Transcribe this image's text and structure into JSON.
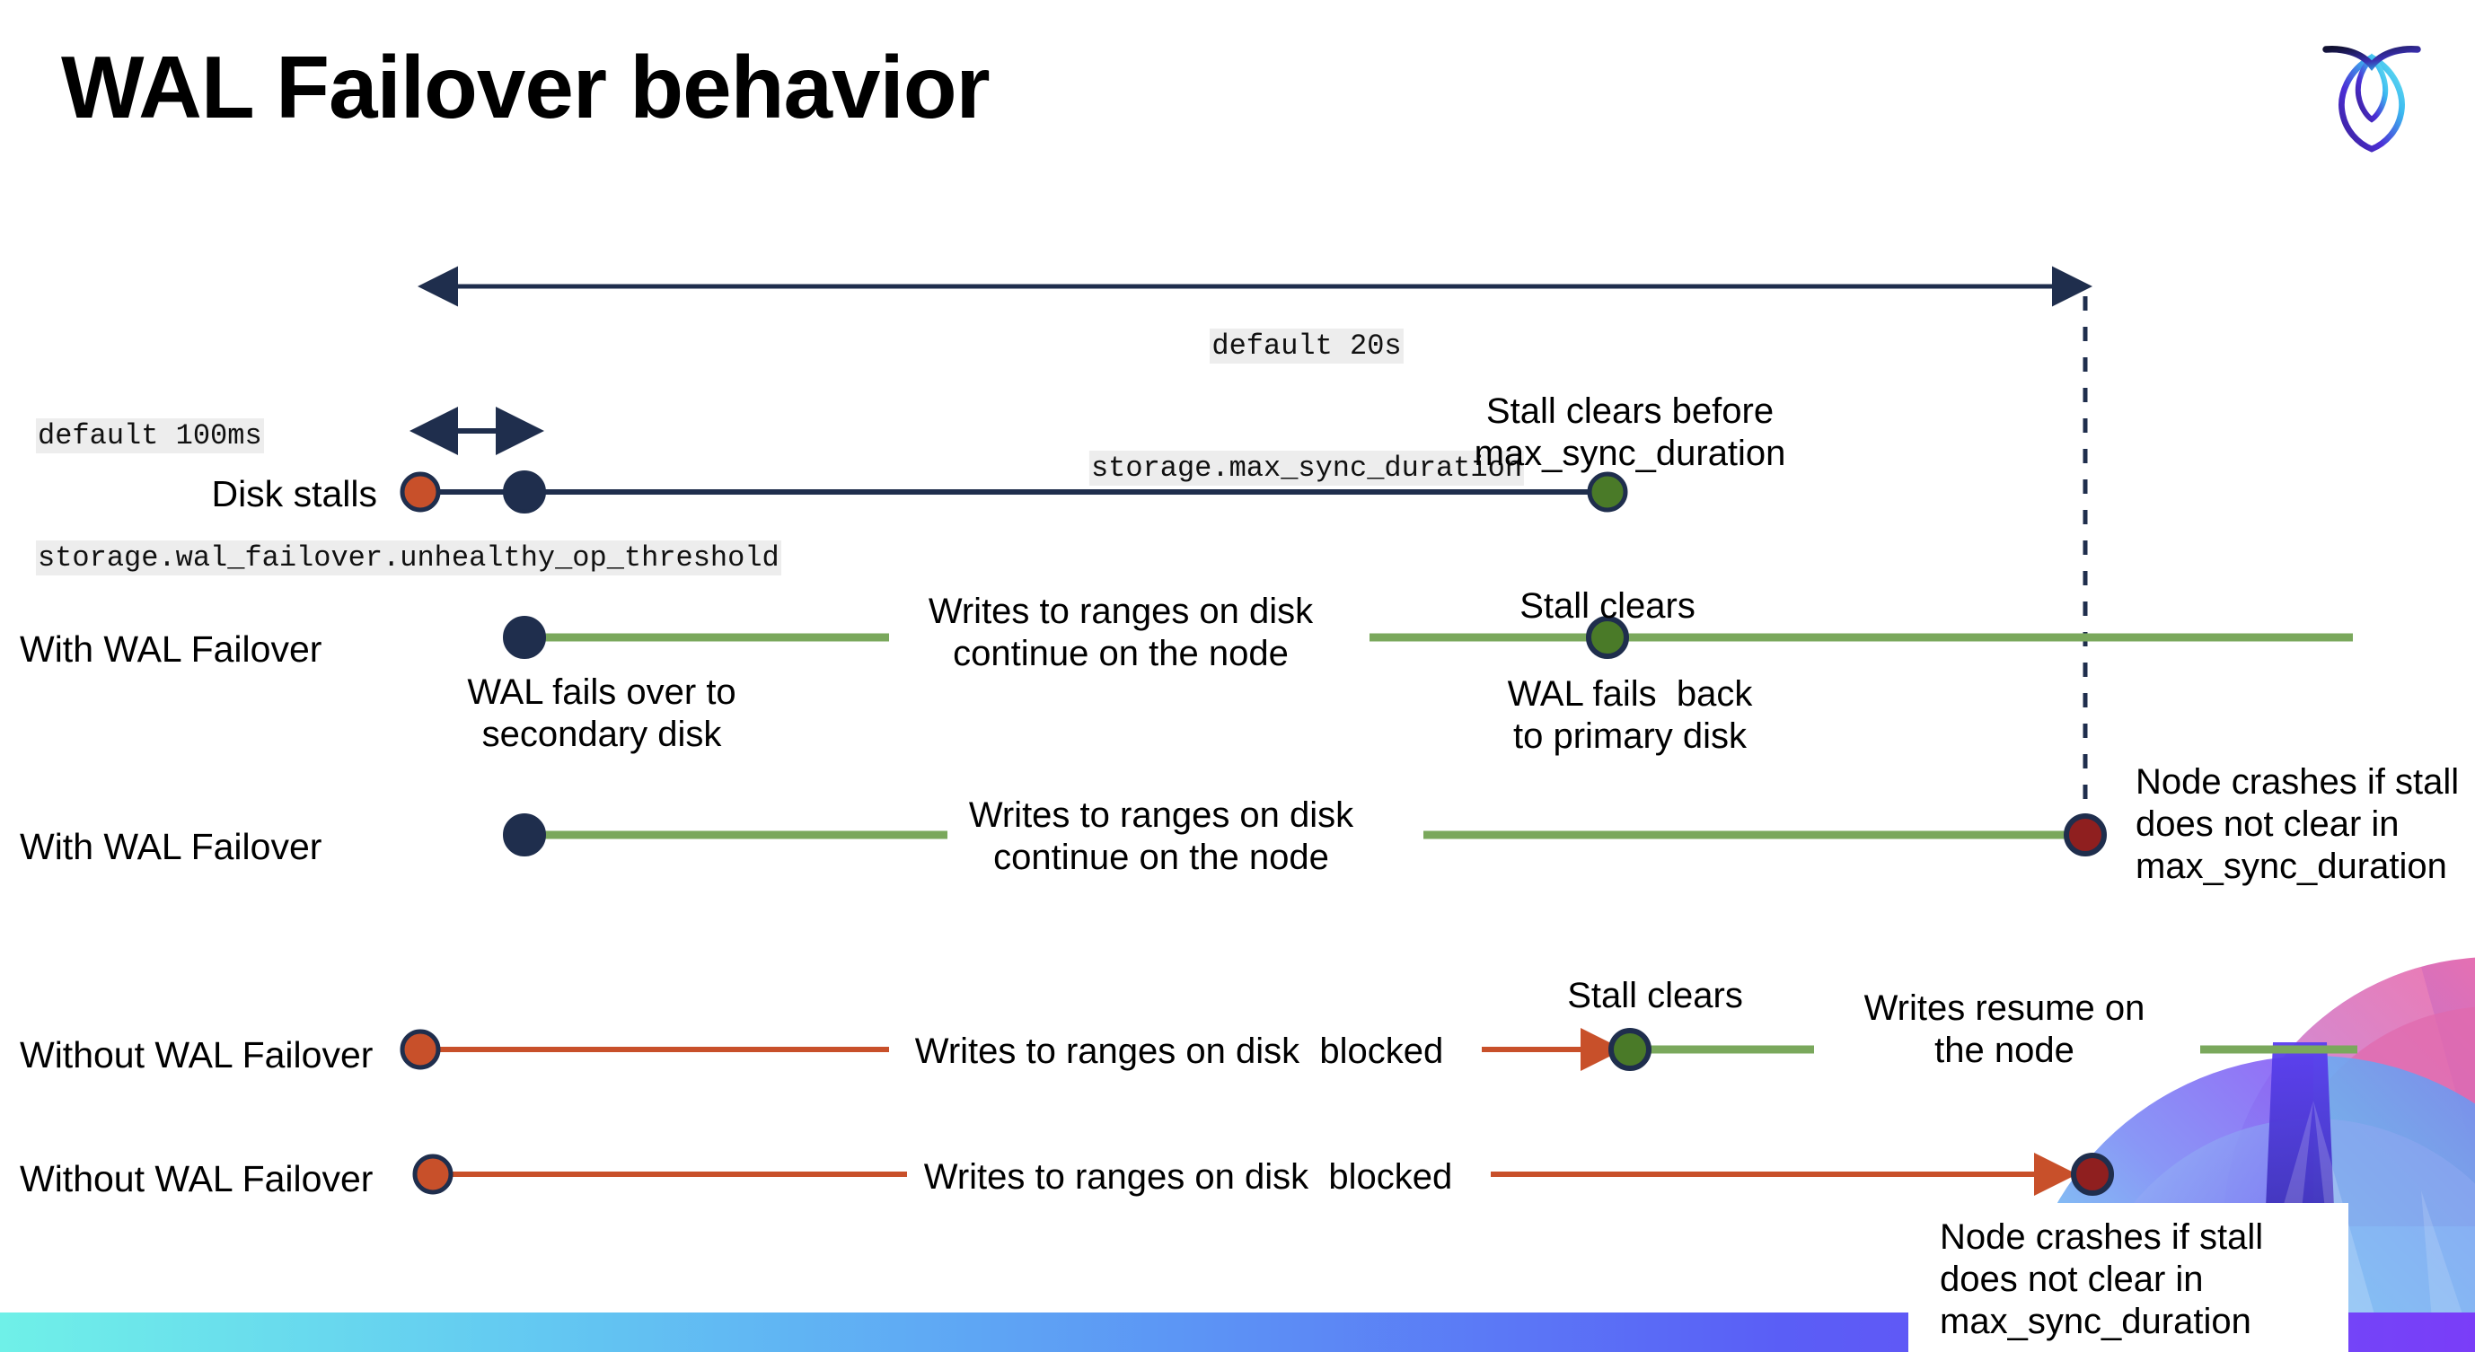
{
  "slide": {
    "title": "WAL Failover behavior",
    "logo_name": "cockroachdb-logo",
    "background": "#ffffff"
  },
  "colors": {
    "navy": "#1f2e4d",
    "green_line": "#7aa85c",
    "green_dot": "#4a7a28",
    "orange": "#c8502a",
    "red_dot": "#8f1f1f",
    "code_bg": "#ededed",
    "bar_start": "#6ff0e8",
    "bar_end": "#7a3df8"
  },
  "annotations": {
    "max_sync": {
      "default": "default 20s",
      "setting": "storage.max_sync_duration"
    },
    "unhealthy_op": {
      "default": "default 100ms",
      "setting": "storage.wal_failover.unhealthy_op_threshold"
    }
  },
  "rows": [
    {
      "label": "Disk stalls",
      "above_note": "Stall clears before\nmax_sync_duration"
    },
    {
      "label": "With WAL Failover",
      "note_start": "WAL fails over to\nsecondary disk",
      "note_mid": "Writes to ranges on disk\ncontinue on the node",
      "note_clear": "Stall clears",
      "note_back": "WAL fails  back\nto primary disk"
    },
    {
      "label": "With WAL Failover",
      "note_mid": "Writes to ranges on disk\ncontinue on the node",
      "note_crash": "Node crashes if stall\ndoes not clear in\nmax_sync_duration"
    },
    {
      "label": "Without WAL Failover",
      "note_mid": "Writes to ranges on disk  blocked",
      "note_clear": "Stall clears",
      "note_resume": "Writes resume on\nthe node"
    },
    {
      "label": "Without WAL Failover",
      "note_mid": "Writes to ranges on disk  blocked",
      "note_crash": "Node crashes if stall\ndoes not clear in\nmax_sync_duration"
    }
  ]
}
